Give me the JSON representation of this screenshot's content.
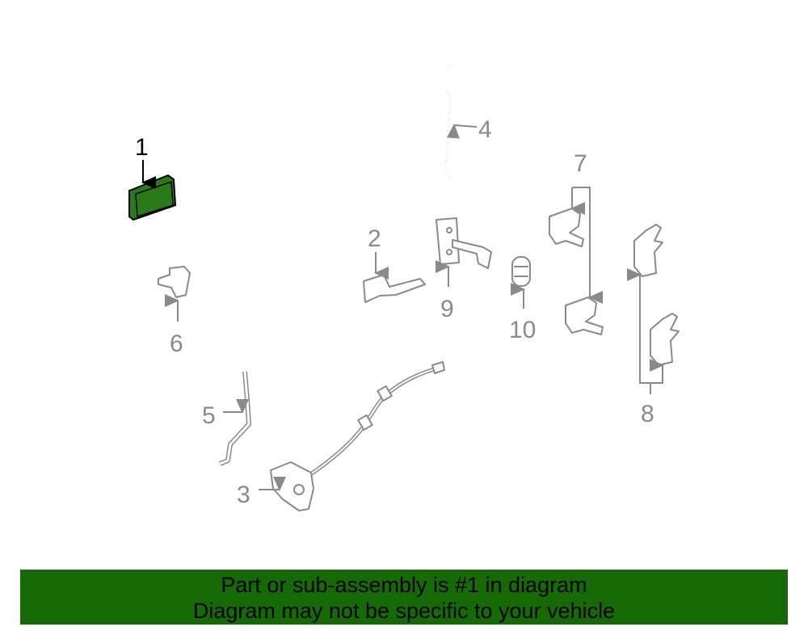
{
  "diagram": {
    "callouts": [
      "1",
      "2",
      "3",
      "4",
      "5",
      "6",
      "7",
      "8",
      "9",
      "10"
    ],
    "highlight_color": "#2a7a1a",
    "line_color": "#8a8a8a"
  },
  "banner": {
    "line1": "Part or sub-assembly is #1 in diagram",
    "line2": "Diagram may not be specific to your vehicle",
    "color": "#156a06"
  }
}
